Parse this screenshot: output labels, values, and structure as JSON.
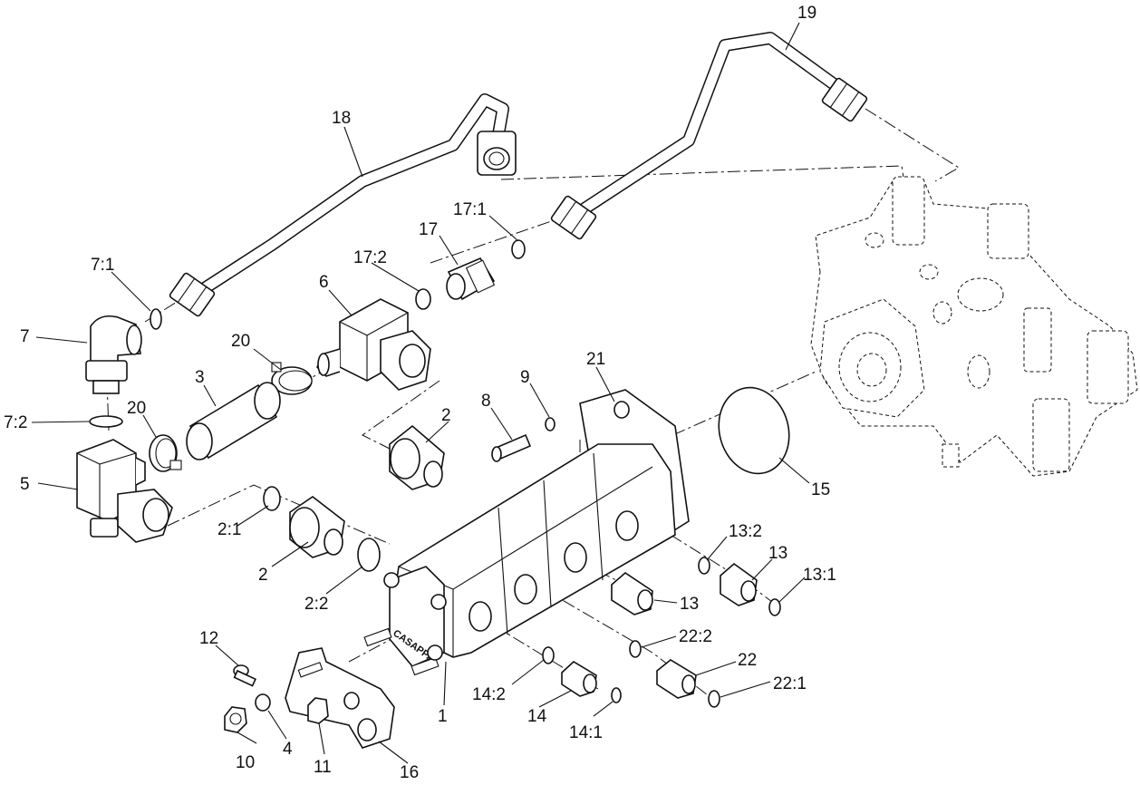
{
  "diagram": {
    "callouts": [
      {
        "id": "c19",
        "text": "19"
      },
      {
        "id": "c18",
        "text": "18"
      },
      {
        "id": "c17_1",
        "text": "17:1"
      },
      {
        "id": "c17",
        "text": "17"
      },
      {
        "id": "c17_2",
        "text": "17:2"
      },
      {
        "id": "c6",
        "text": "6"
      },
      {
        "id": "c7_1",
        "text": "7:1"
      },
      {
        "id": "c7",
        "text": "7"
      },
      {
        "id": "c20a",
        "text": "20"
      },
      {
        "id": "c3",
        "text": "3"
      },
      {
        "id": "c21",
        "text": "21"
      },
      {
        "id": "c9",
        "text": "9"
      },
      {
        "id": "c8",
        "text": "8"
      },
      {
        "id": "c20b",
        "text": "20"
      },
      {
        "id": "c7_2",
        "text": "7:2"
      },
      {
        "id": "c2a",
        "text": "2"
      },
      {
        "id": "c5",
        "text": "5"
      },
      {
        "id": "c15",
        "text": "15"
      },
      {
        "id": "c2_1",
        "text": "2:1"
      },
      {
        "id": "c2b",
        "text": "2"
      },
      {
        "id": "c2_2",
        "text": "2:2"
      },
      {
        "id": "c13_2",
        "text": "13:2"
      },
      {
        "id": "c13a",
        "text": "13"
      },
      {
        "id": "c13_1",
        "text": "13:1"
      },
      {
        "id": "c13b",
        "text": "13"
      },
      {
        "id": "c22_2",
        "text": "22:2"
      },
      {
        "id": "c22",
        "text": "22"
      },
      {
        "id": "c22_1",
        "text": "22:1"
      },
      {
        "id": "c12",
        "text": "12"
      },
      {
        "id": "c1",
        "text": "1"
      },
      {
        "id": "c14_2",
        "text": "14:2"
      },
      {
        "id": "c14",
        "text": "14"
      },
      {
        "id": "c14_1",
        "text": "14:1"
      },
      {
        "id": "c10",
        "text": "10"
      },
      {
        "id": "c4",
        "text": "4"
      },
      {
        "id": "c11",
        "text": "11"
      },
      {
        "id": "c16",
        "text": "16"
      }
    ],
    "pump_brand": "CASAPPA"
  }
}
